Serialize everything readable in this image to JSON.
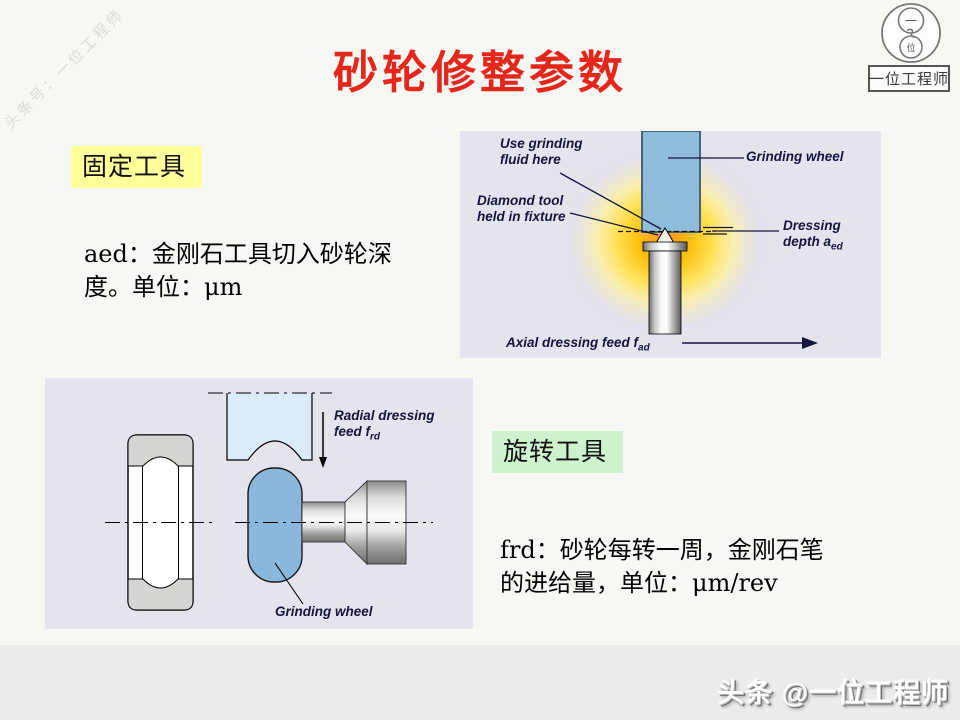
{
  "slide": {
    "title": "砂轮修整参数",
    "watermark": "头条号：一位工程师",
    "footer": "头条 @一位工程师"
  },
  "logo": {
    "top_char": "一",
    "bottom_char": "位",
    "box_text": "一位工程师"
  },
  "fixed_tool": {
    "label": "固定工具",
    "desc_line1": "aed：金刚石工具切入砂轮深",
    "desc_line2": "度。单位：μm"
  },
  "rotary_tool": {
    "label": "旋转工具",
    "desc_line1": "frd：砂轮每转一周，金刚石笔",
    "desc_line2": "的进给量，单位：μm/rev"
  },
  "diagram_fixed": {
    "use_fluid_l1": "Use grinding",
    "use_fluid_l2": "fluid here",
    "grinding_wheel": "Grinding wheel",
    "diamond_l1": "Diamond tool",
    "diamond_l2": "held in fixture",
    "depth_l1": "Dressing",
    "depth_l2": "depth a",
    "depth_sub": "ed",
    "axial": "Axial dressing feed f",
    "axial_sub": "ad"
  },
  "diagram_rotary": {
    "radial_l1": "Radial dressing",
    "radial_l2": "feed f",
    "radial_sub": "rd",
    "grinding_wheel": "Grinding wheel"
  },
  "colors": {
    "title_red": "#E5261B",
    "fixed_highlight": "#FFFF9C",
    "rotary_highlight": "#CDF2CD",
    "diagram_bg": "#E4E3EE",
    "wheel_blue": "#8FBCDA",
    "roller_blue": "#8AB8DC",
    "wheel_section_blue": "#D9ECF8",
    "glow_orange": "#F78D17",
    "glow_yellow": "#FFE35C"
  }
}
